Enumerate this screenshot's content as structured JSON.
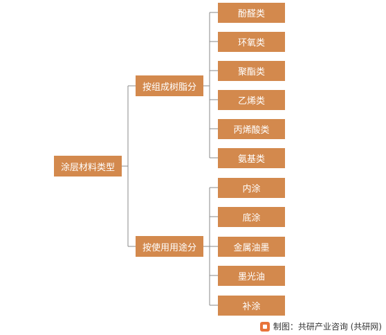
{
  "root": {
    "label": "涂层材料类型"
  },
  "branches": [
    {
      "label": "按组成树脂分",
      "items": [
        "酚醛类",
        "环氧类",
        "聚酯类",
        "乙烯类",
        "丙烯酸类",
        "氨基类"
      ]
    },
    {
      "label": "按使用用途分",
      "items": [
        "内涂",
        "底涂",
        "金属油墨",
        "墨光油",
        "补涂"
      ]
    }
  ],
  "footer": {
    "source": "制图：共研产业咨询 (共研网)"
  },
  "colors": {
    "node_fill": "#d3894d",
    "node_text": "#ffffff",
    "connector": "#888888"
  }
}
